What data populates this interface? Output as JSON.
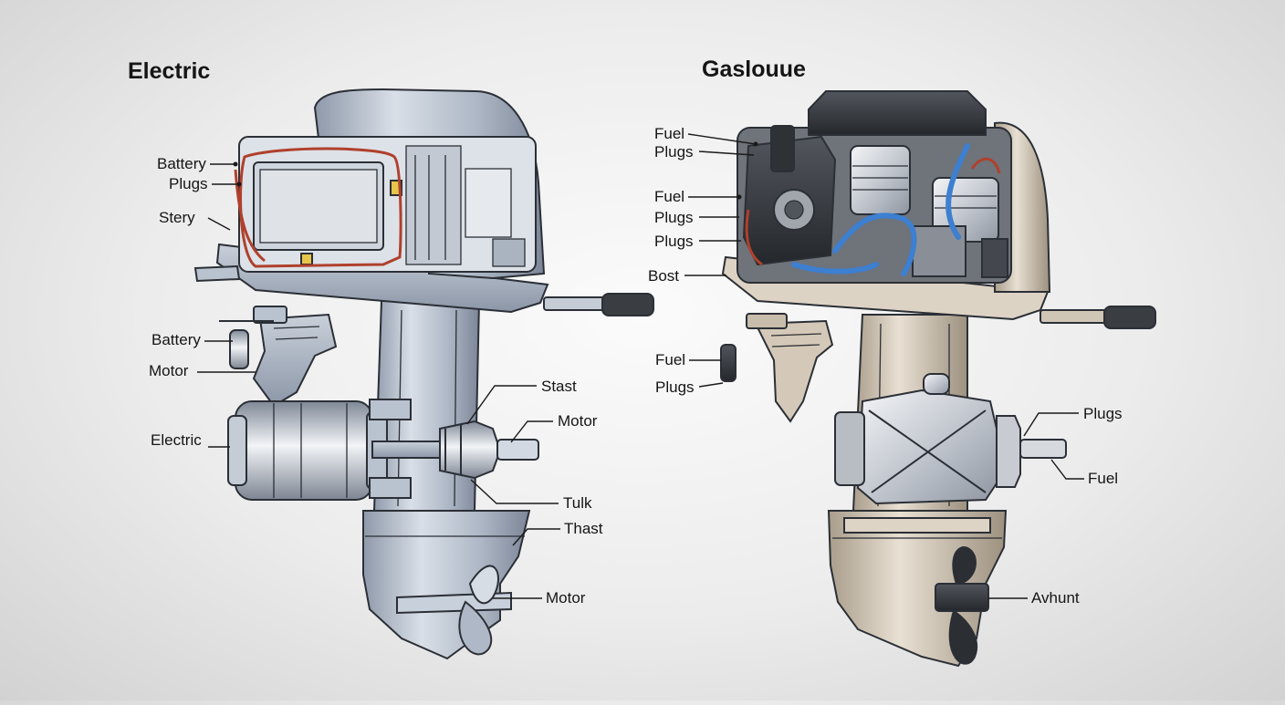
{
  "panels": {
    "left": {
      "title": "Electric"
    },
    "right": {
      "title": "Gaslouue"
    }
  },
  "labels": {
    "left": {
      "battery_top": "Battery",
      "plugs_top": "Plugs",
      "stery": "Stery",
      "battery_mid": "Battery",
      "motor_mid": "Motor",
      "electric": "Electric",
      "stast": "Stast",
      "motor_right": "Motor",
      "tulk": "Tulk",
      "thast": "Thast",
      "motor_bottom": "Motor"
    },
    "right": {
      "fuel_1": "Fuel",
      "plugs_1": "Plugs",
      "fuel_2": "Fuel",
      "plugs_2": "Plugs",
      "plugs_3": "Plugs",
      "bost": "Bost",
      "fuel_3": "Fuel",
      "plugs_4": "Plugs",
      "plugs_right": "Plugs",
      "fuel_right": "Fuel",
      "avhunt": "Avhunt"
    }
  },
  "colors": {
    "electric_shell": "#a8b3c3",
    "gas_shell": "#cfc4b3",
    "gas_cowl": "#3a3d42",
    "wire_red": "#b0402c",
    "hose_blue": "#3d7fd0"
  },
  "icons": [
    "battery-icon",
    "electric-motor-icon",
    "piston-icon",
    "fuel-tank-icon",
    "propeller-icon"
  ]
}
